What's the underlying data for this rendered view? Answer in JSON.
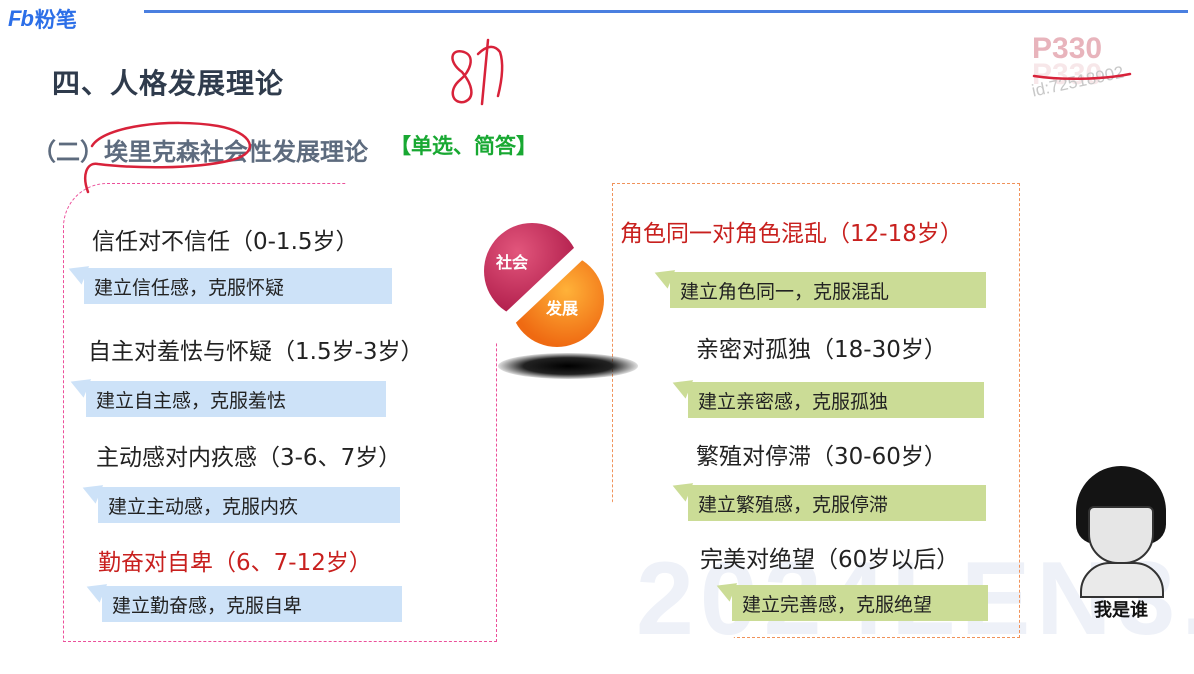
{
  "header": {
    "logo_mark": "Fb",
    "logo_text": "粉笔"
  },
  "page": {
    "number": "P330",
    "watermark_id": "id:72518902",
    "background_text": "2024LEN3."
  },
  "title": "四、人格发展理论",
  "subtitle": "（二）埃里克森社会性发展理论",
  "subtitle_tag": "【单选、简答】",
  "handwriting": "8↑",
  "center_graphic": {
    "label_a": "社会",
    "label_b": "发展"
  },
  "left_stages": [
    {
      "stage": "信任对不信任（0-1.5岁）",
      "note": "建立信任感，克服怀疑"
    },
    {
      "stage": "自主对羞怯与怀疑（1.5岁-3岁）",
      "note": "建立自主感，克服羞怯"
    },
    {
      "stage": "主动感对内疚感（3-6、7岁）",
      "note": "建立主动感，克服内疚"
    },
    {
      "stage": "勤奋对自卑（6、7-12岁）",
      "note": "建立勤奋感，克服自卑"
    }
  ],
  "right_stages": [
    {
      "stage": "角色同一对角色混乱（12-18岁）",
      "note": "建立角色同一，克服混乱"
    },
    {
      "stage": "亲密对孤独（18-30岁）",
      "note": "建立亲密感，克服孤独"
    },
    {
      "stage": "繁殖对停滞（30-60岁）",
      "note": "建立繁殖感，克服停滞"
    },
    {
      "stage": "完美对绝望（60岁以后）",
      "note": "建立完善感，克服绝望"
    }
  ],
  "meme_caption": "我是谁",
  "colors": {
    "accent_blue": "#2c6fe8",
    "red_text": "#c8201e",
    "tag_green": "#18a832",
    "note_blue": "#cde2f8",
    "note_green": "#cbdc96",
    "ink_red": "#d8223a"
  }
}
